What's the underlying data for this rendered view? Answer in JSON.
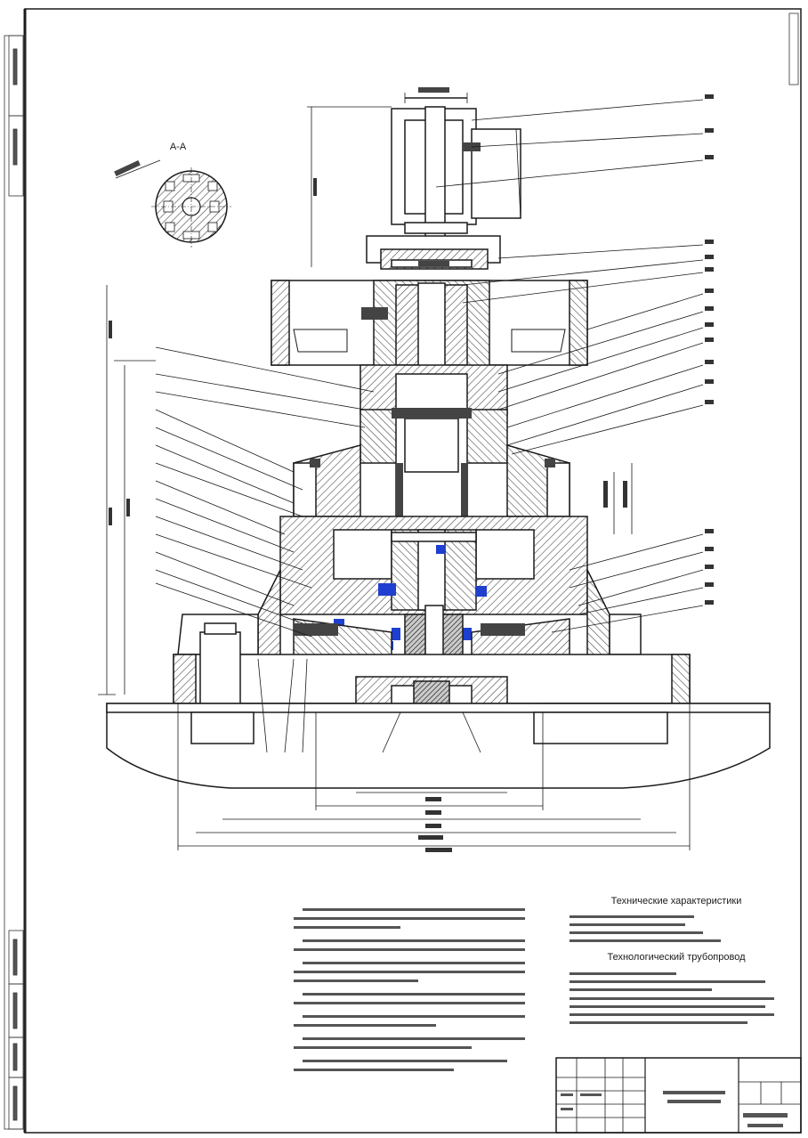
{
  "drawing": {
    "section_label": "А-А",
    "tech_requirements_title": "Технические характеристики",
    "tech_processing_title": "Технологический трубопровод"
  },
  "colors": {
    "line": "#1a1a1a",
    "hatch": "#555555",
    "accent": "#1e3fd0",
    "paper": "#ffffff"
  }
}
